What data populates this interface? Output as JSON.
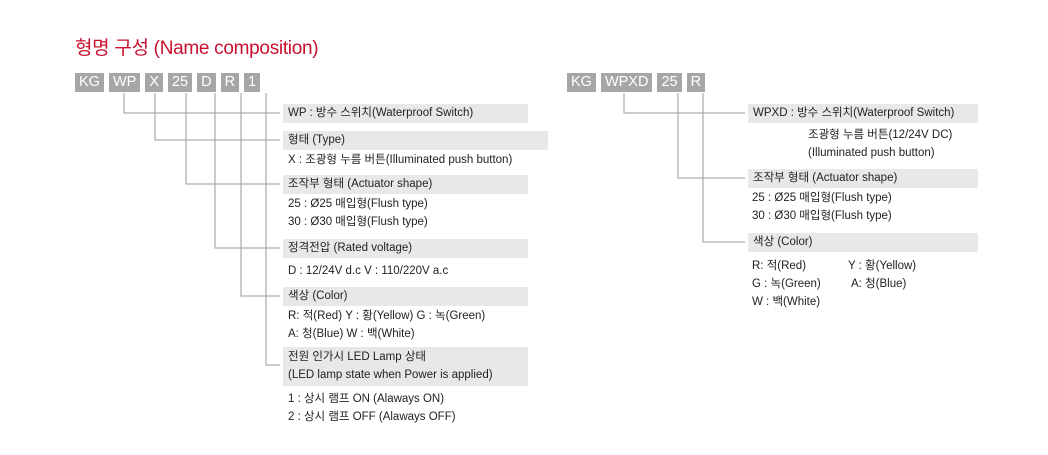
{
  "title": "형명 구성 (Name composition)",
  "left": {
    "code": [
      "KG",
      "WP",
      "X",
      "25",
      "D",
      "R",
      "1"
    ],
    "sections": [
      {
        "header": "WP : 방수 스위치(Waterproof Switch)",
        "lines": []
      },
      {
        "header": "형태 (Type)",
        "lines": [
          "X : 조광형 누름 버튼(Illuminated push button)"
        ]
      },
      {
        "header": "조작부 형태 (Actuator shape)",
        "lines": [
          "25 :  Ø25 매입형(Flush type)",
          "30 :  Ø30 매입형(Flush type)"
        ]
      },
      {
        "header": "정격전압 (Rated voltage)",
        "lines": [
          "D : 12/24V d.c   V : 110/220V a.c"
        ]
      },
      {
        "header": "색상 (Color)",
        "lines": [
          "R: 적(Red)   Y : 황(Yellow)   G : 녹(Green)",
          "A: 청(Blue)   W : 백(White)"
        ]
      },
      {
        "header": "전원 인가시 LED Lamp 상태",
        "header2": "(LED lamp state when Power is applied)",
        "lines": [
          "1 : 상시 램프 ON (Alaways ON)",
          "2 : 상시 램프 OFF (Alaways OFF)"
        ]
      }
    ]
  },
  "right": {
    "code": [
      "KG",
      "WPXD",
      "25",
      "R"
    ],
    "sections": [
      {
        "header": "WPXD : 방수 스위치(Waterproof Switch)",
        "lines": [
          "조광형 누름 버튼(12/24V DC)",
          "(Illuminated push button)"
        ]
      },
      {
        "header": "조작부 형태 (Actuator shape)",
        "lines": [
          "25 :  Ø25 매입형(Flush type)",
          "30 :  Ø30 매입형(Flush type)"
        ]
      },
      {
        "header": "색상 (Color)",
        "lines": [
          "R: 적(Red)",
          "Y : 황(Yellow)",
          "G : 녹(Green)",
          "A: 청(Blue)",
          "W : 백(White)"
        ]
      }
    ]
  },
  "colors": {
    "accent": "#c8102e",
    "code_bg": "#a6a6a6",
    "header_bg": "#e8e8e8",
    "line": "#9a9a9a"
  }
}
